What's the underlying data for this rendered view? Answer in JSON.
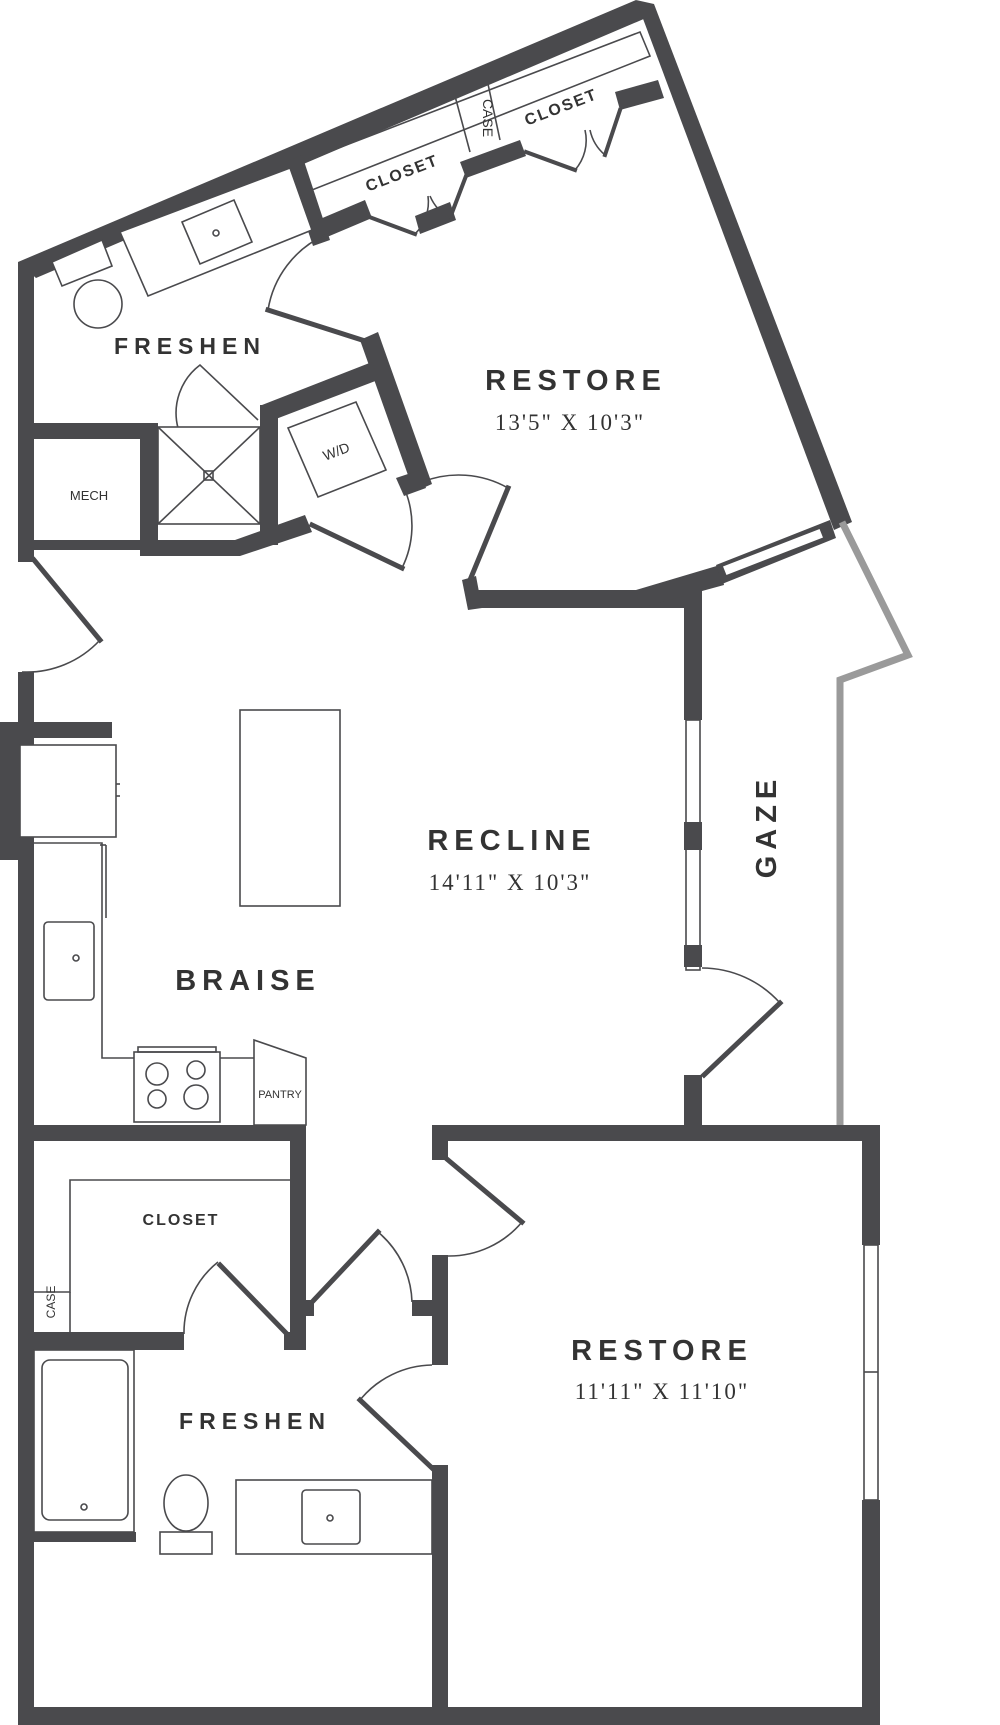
{
  "rooms": {
    "restore_main": {
      "title": "RESTORE",
      "dimensions": "13'5\" X 10'3\""
    },
    "restore_second": {
      "title": "RESTORE",
      "dimensions": "11'11\" X 11'10\""
    },
    "recline": {
      "title": "RECLINE",
      "dimensions": "14'11\" X 10'3\""
    },
    "braise": {
      "title": "BRAISE"
    },
    "gaze": {
      "title": "GAZE"
    },
    "freshen_top": {
      "title": "FRESHEN"
    },
    "freshen_bottom": {
      "title": "FRESHEN"
    }
  },
  "labels": {
    "closet_top_left": "CLOSET",
    "closet_top_right": "CLOSET",
    "case_top": "CASE",
    "wd": "W/D",
    "mech": "MECH",
    "pantry": "PANTRY",
    "closet_bottom": "CLOSET",
    "case_bottom": "CASE"
  },
  "colors": {
    "wall": "#4a4a4d",
    "balcony_rail": "#9a9a9a",
    "text": "#333333",
    "background": "#ffffff"
  }
}
